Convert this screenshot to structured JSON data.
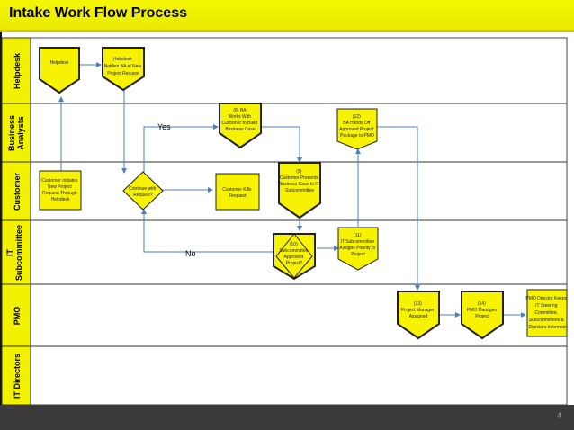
{
  "title": "Intake Work Flow Process",
  "page_number": "4",
  "lanes": [
    "Helpdesk",
    "Business Analysts",
    "Customer",
    "IT Subcommittee",
    "PMO",
    "IT Directors"
  ],
  "nodes": {
    "helpdesk": [
      "Helpdesk"
    ],
    "notify_ba": [
      "Helpdesk",
      "Notifies BA of New",
      "Project Request"
    ],
    "ba_build": [
      "(8) BA",
      "Works With",
      "Customer to Build",
      "Business Case"
    ],
    "ba_handoff": [
      "(12)",
      "BA Hands Off",
      "Approved Project",
      "Package to PMO"
    ],
    "customer_initiates": [
      "Customer Initiates",
      "New Project",
      "Request Through",
      "Helpdesk"
    ],
    "continue": [
      "Continue with",
      "Request?"
    ],
    "kills": [
      "Customer Kills",
      "Request"
    ],
    "presents": [
      "(9)",
      "Customer Presents",
      "Business Case to IT",
      "Subcommittee"
    ],
    "approved": [
      "(10)",
      "Subcommittee",
      "Approved",
      "Project?"
    ],
    "priority": [
      "(11)",
      "IT Subcommittee",
      "Assigns Priority to",
      "Project"
    ],
    "pm_assigned": [
      "(13)",
      "Project Manager",
      "Assigned"
    ],
    "pmo_manages": [
      "(14)",
      "PMO Manages",
      "Project"
    ],
    "director_keeps": [
      "PMO Director Keeps",
      "IT Steering",
      "Committee,",
      "Subcommittees &",
      "Directors Informed"
    ]
  },
  "labels": {
    "yes": "Yes",
    "no": "No"
  }
}
